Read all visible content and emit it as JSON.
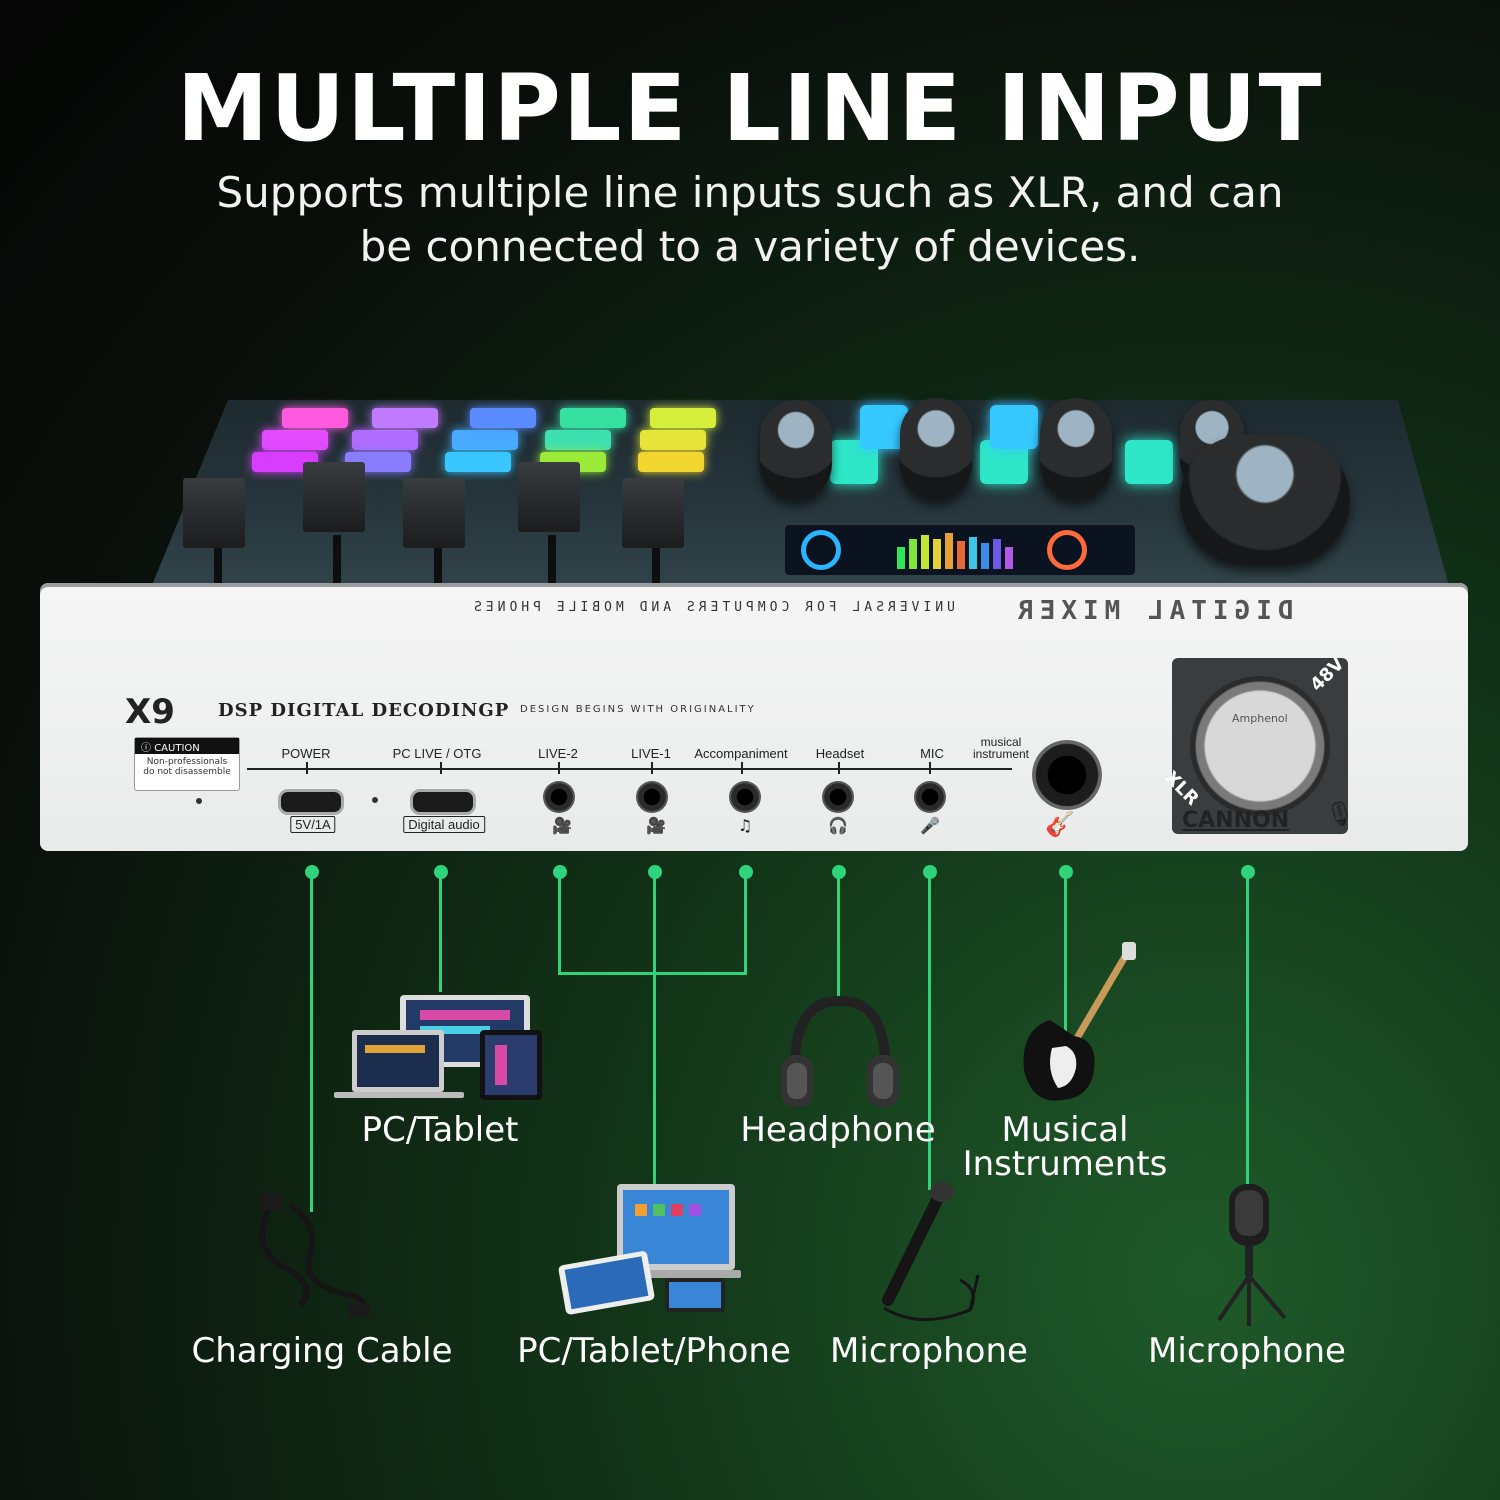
{
  "hero": {
    "title": "MULTIPLE LINE INPUT",
    "subtitle_line1": "Supports multiple line inputs such as XLR, and can",
    "subtitle_line2": "be connected to a variety of devices."
  },
  "device": {
    "model": "X9",
    "decoding": "DSP DIGITAL DECODINGP",
    "tagline": "DESIGN BEGINS WITH ORIGINALITY",
    "back_title_mirrored": "DIGITAL MIXER",
    "back_subtitle_mirrored": "UNIVERSAL FOR COMPUTERS AND MOBILE PHONES",
    "caution": {
      "title": "CAUTION",
      "line1": "Non-professionals",
      "line2": "do not disassemble"
    },
    "ports": {
      "power": "POWER",
      "pc_live_otg": "PC LIVE / OTG",
      "live2": "LIVE-2",
      "live1": "LIVE-1",
      "accompaniment": "Accompaniment",
      "headset": "Headset",
      "mic": "MIC",
      "musical_instrument_1": "musical",
      "musical_instrument_2": "instrument"
    },
    "port_tags": {
      "power_rating": "5V/1A",
      "digital_audio": "Digital audio"
    },
    "xlr": {
      "phantom": "48V",
      "type": "XLR",
      "cannon": "CANNON",
      "brand": "Amphenol"
    }
  },
  "connections": {
    "pc_tablet": "PC/Tablet",
    "headphone": "Headphone",
    "instruments_1": "Musical",
    "instruments_2": "Instruments",
    "charging_cable": "Charging Cable",
    "pc_tablet_phone": "PC/Tablet/Phone",
    "microphone_handheld": "Microphone",
    "microphone_condenser": "Microphone"
  },
  "colors": {
    "accent_line": "#2fd37a",
    "background_dark": "#0a0f0b",
    "background_green": "#1f5a2a"
  }
}
